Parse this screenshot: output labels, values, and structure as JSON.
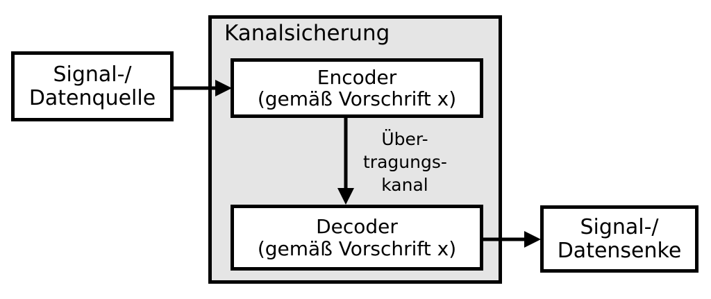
{
  "diagram": {
    "title": "Kanalsicherung",
    "background_color": "#ffffff",
    "panel_fill_color": "#e5e5e5",
    "stroke_color": "#000000",
    "source": {
      "line1": "Signal-/",
      "line2": "Datenquelle"
    },
    "encoder": {
      "line1": "Encoder",
      "line2": "(gemäß Vorschrift x)"
    },
    "channel": {
      "line1": "Über-",
      "line2": "tragungs-",
      "line3": "kanal"
    },
    "decoder": {
      "line1": "Decoder",
      "line2": "(gemäß Vorschrift x)"
    },
    "sink": {
      "line1": "Signal-/",
      "line2": "Datensenke"
    },
    "arrows": {
      "source_to_encoder": "arrow-right",
      "encoder_to_decoder": "arrow-down",
      "decoder_to_sink": "arrow-right"
    }
  }
}
